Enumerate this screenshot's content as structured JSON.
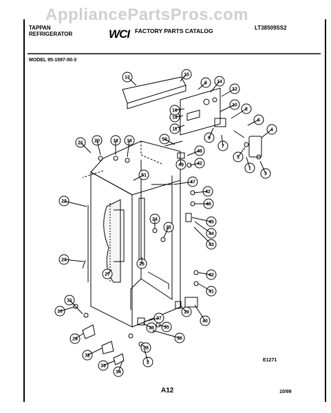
{
  "watermark": "AppliancePartsPros.com",
  "header": {
    "brand": "TAPPAN",
    "product": "REFRIGERATOR",
    "logo": "WCI",
    "catalog": "FACTORY PARTS CATALOG",
    "catalog_number": "LT38509SS2",
    "model": "MODEL 95-1597-00-3"
  },
  "footer": {
    "figure_code": "E1271",
    "page": "A12",
    "date": "10/99"
  },
  "callouts": [
    {
      "id": "callout-1",
      "label": "1"
    },
    {
      "id": "callout-2",
      "label": "2"
    },
    {
      "id": "callout-3",
      "label": "3"
    },
    {
      "id": "callout-4",
      "label": "4"
    },
    {
      "id": "callout-5",
      "label": "5"
    },
    {
      "id": "callout-6",
      "label": "6"
    },
    {
      "id": "callout-7",
      "label": "7"
    },
    {
      "id": "callout-8",
      "label": "8"
    },
    {
      "id": "callout-9a",
      "label": "9"
    },
    {
      "id": "callout-9b",
      "label": "9"
    },
    {
      "id": "callout-10",
      "label": "10"
    },
    {
      "id": "callout-11",
      "label": "11"
    },
    {
      "id": "callout-12",
      "label": "12"
    },
    {
      "id": "callout-13",
      "label": "13"
    },
    {
      "id": "callout-14",
      "label": "14"
    },
    {
      "id": "callout-15",
      "label": "15"
    },
    {
      "id": "callout-16",
      "label": "16"
    },
    {
      "id": "callout-17",
      "label": "17"
    },
    {
      "id": "callout-18",
      "label": "18"
    },
    {
      "id": "callout-19",
      "label": "19"
    },
    {
      "id": "callout-20",
      "label": "20"
    },
    {
      "id": "callout-21",
      "label": "21"
    },
    {
      "id": "callout-22",
      "label": "22"
    },
    {
      "id": "callout-23",
      "label": "23"
    },
    {
      "id": "callout-24",
      "label": "24"
    },
    {
      "id": "callout-25",
      "label": "25"
    },
    {
      "id": "callout-26",
      "label": "26"
    },
    {
      "id": "callout-27",
      "label": "27"
    },
    {
      "id": "callout-28",
      "label": "28"
    },
    {
      "id": "callout-29",
      "label": "29"
    },
    {
      "id": "callout-30",
      "label": "30"
    },
    {
      "id": "callout-31",
      "label": "31"
    },
    {
      "id": "callout-32",
      "label": "32"
    },
    {
      "id": "callout-33",
      "label": "33"
    },
    {
      "id": "callout-34",
      "label": "34"
    },
    {
      "id": "callout-35",
      "label": "35"
    },
    {
      "id": "callout-36",
      "label": "36"
    },
    {
      "id": "callout-37",
      "label": "37"
    },
    {
      "id": "callout-38",
      "label": "38"
    },
    {
      "id": "callout-39",
      "label": "39"
    },
    {
      "id": "callout-40",
      "label": "40"
    },
    {
      "id": "callout-41",
      "label": "41"
    },
    {
      "id": "callout-42a",
      "label": "42"
    },
    {
      "id": "callout-42b",
      "label": "42"
    },
    {
      "id": "callout-42c",
      "label": "42"
    },
    {
      "id": "callout-43",
      "label": "43"
    },
    {
      "id": "callout-44",
      "label": "44"
    },
    {
      "id": "callout-45",
      "label": "45"
    },
    {
      "id": "callout-46",
      "label": "46"
    },
    {
      "id": "callout-47",
      "label": "47"
    },
    {
      "id": "callout-48",
      "label": "48"
    },
    {
      "id": "callout-49",
      "label": "49"
    },
    {
      "id": "callout-50",
      "label": "50"
    },
    {
      "id": "callout-51",
      "label": "51"
    }
  ]
}
